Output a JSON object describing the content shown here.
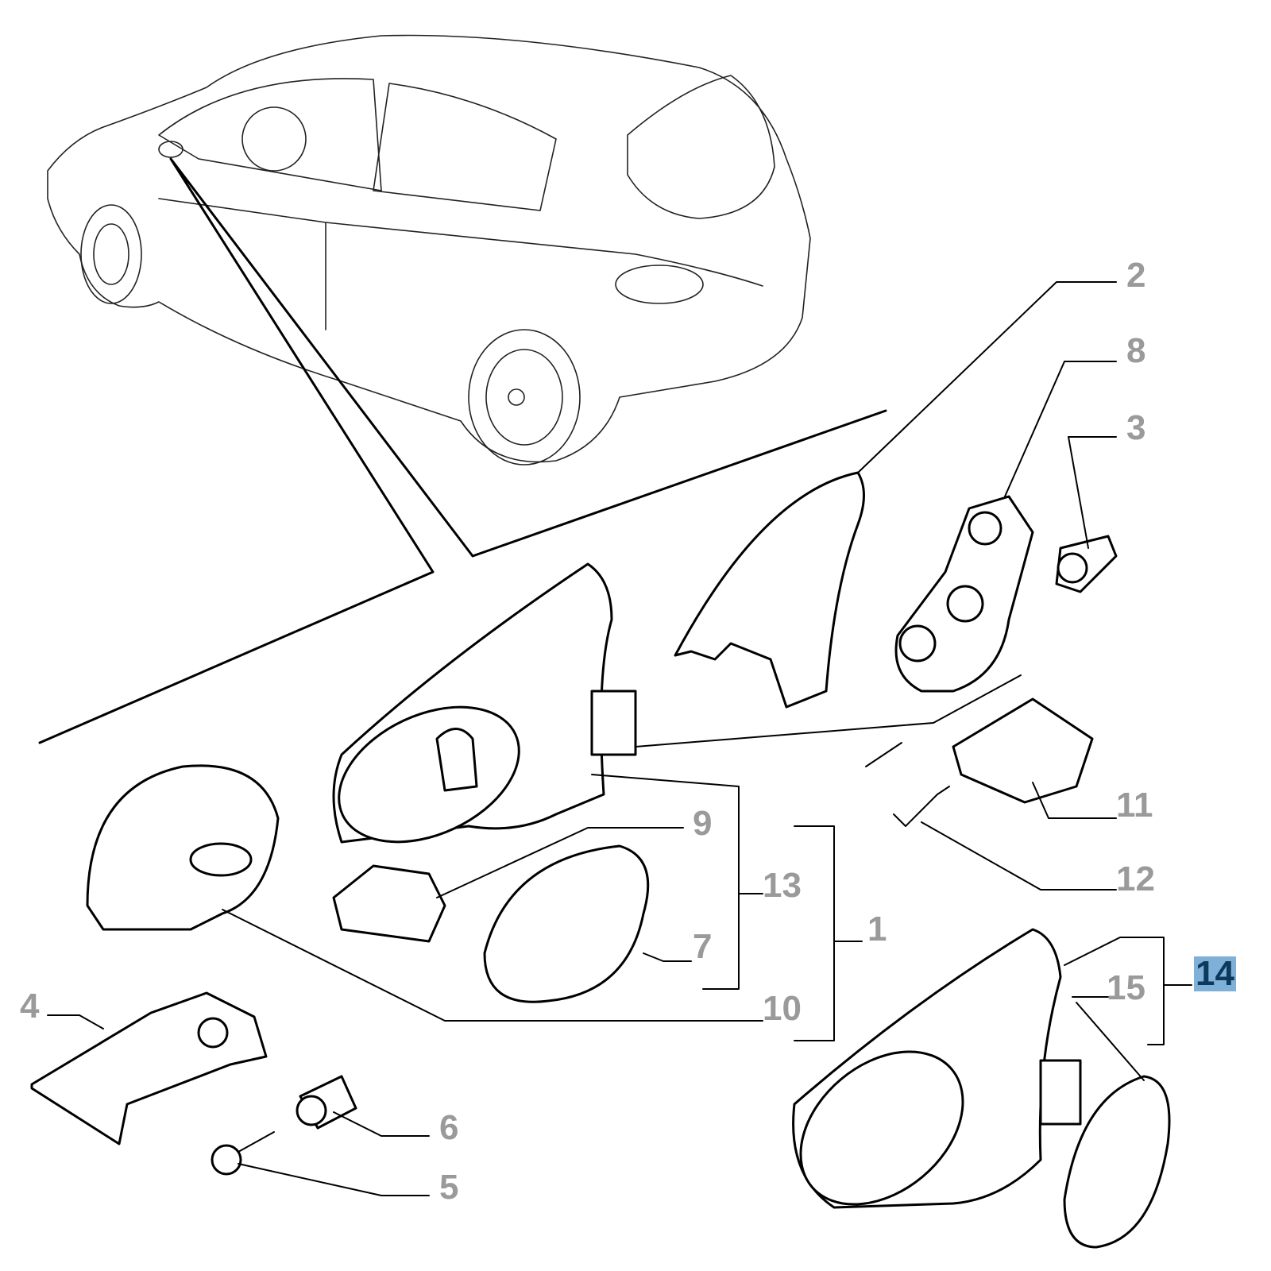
{
  "diagram": {
    "highlight_color": "#7fb0d8",
    "highlight_text_color": "#0d3a5c",
    "label_color": "#9a9a9a",
    "highlighted_part": "14",
    "labels": {
      "p1": "1",
      "p2": "2",
      "p3": "3",
      "p4": "4",
      "p5": "5",
      "p6": "6",
      "p7": "7",
      "p8": "8",
      "p9": "9",
      "p10": "10",
      "p11": "11",
      "p12": "12",
      "p13": "13",
      "p14": "14",
      "p15": "15"
    }
  }
}
